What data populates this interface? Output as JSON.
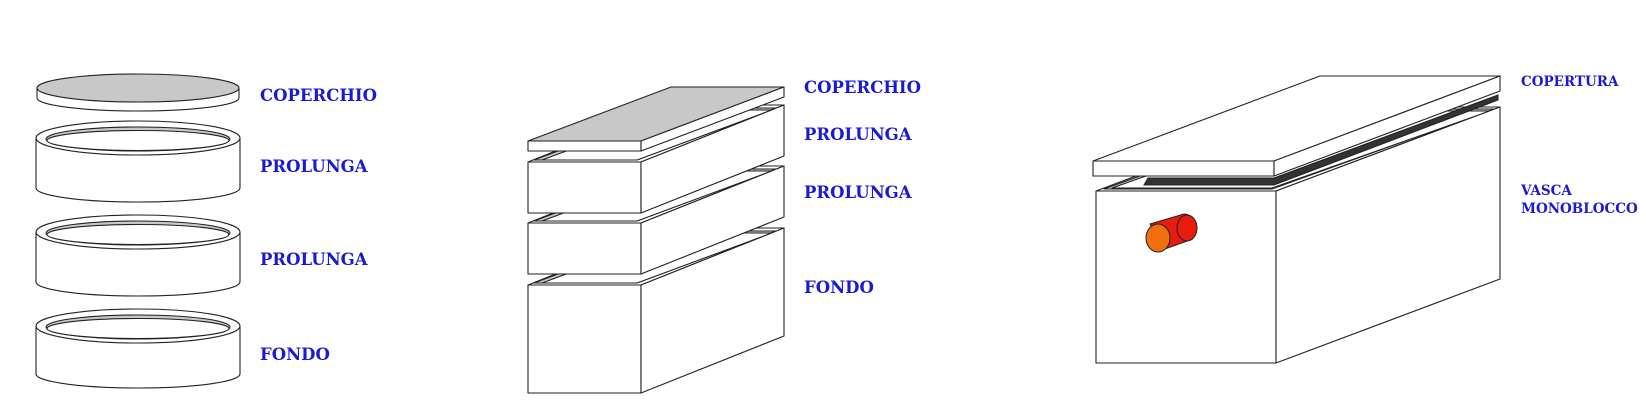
{
  "colors": {
    "label": "#1a1ad2",
    "outline": "#222222",
    "face": "#ffffff",
    "top_shade": "#c8c8c8",
    "dark_slot": "#333333",
    "pipe_body": "#e81c0c",
    "pipe_end": "#f07010"
  },
  "diagrams": {
    "circular_stack": {
      "labels": [
        "COPERCHIO",
        "PROLUNGA",
        "PROLUNGA",
        "FONDO"
      ]
    },
    "rectangular_stack": {
      "labels": [
        "COPERCHIO",
        "PROLUNGA",
        "PROLUNGA",
        "FONDO"
      ]
    },
    "monoblock_tank": {
      "label_cover": "COPERTURA",
      "label_tank_line1": "VASCA",
      "label_tank_line2": "MONOBLOCCO"
    }
  }
}
